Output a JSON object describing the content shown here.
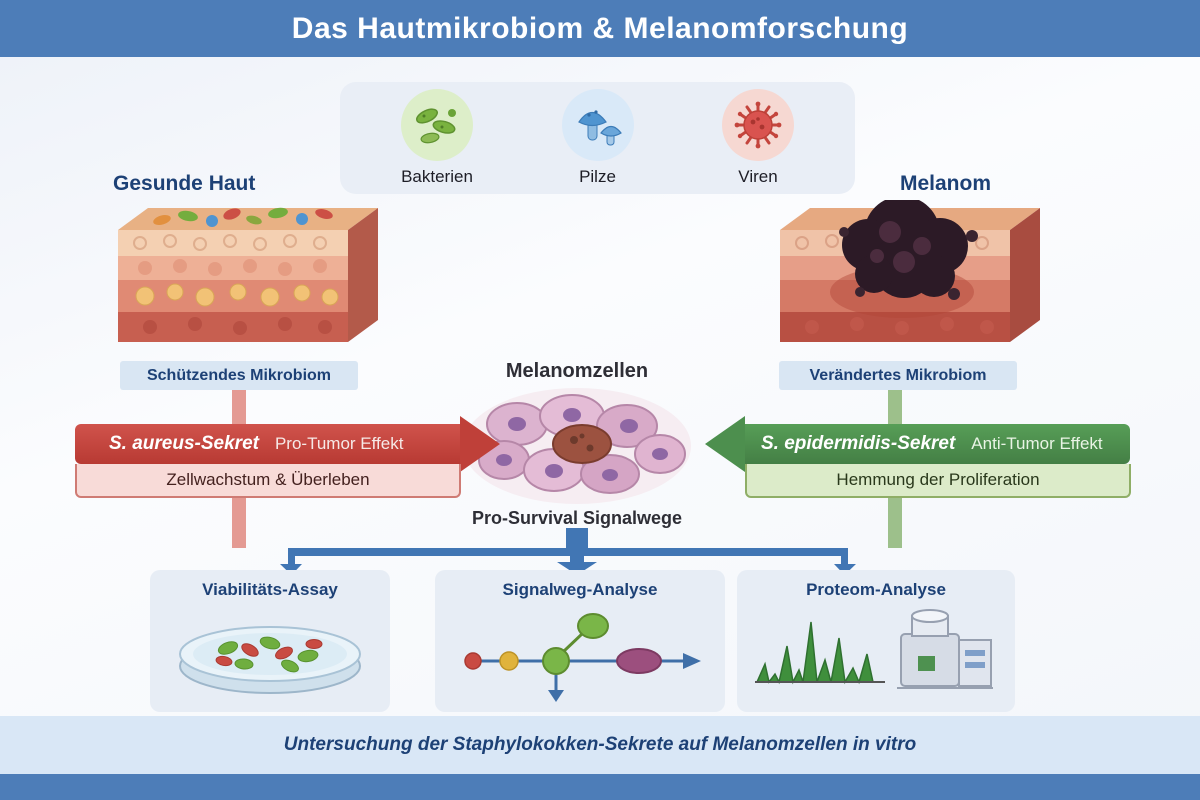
{
  "header": {
    "title": "Das Hautmikrobiom & Melanomforschung"
  },
  "legend": {
    "items": [
      {
        "label": "Bakterien",
        "icon": "bacteria-icon",
        "color": "#79b23f"
      },
      {
        "label": "Pilze",
        "icon": "fungi-icon",
        "color": "#4f94d0"
      },
      {
        "label": "Viren",
        "icon": "virus-icon",
        "color": "#d9534f"
      }
    ]
  },
  "panels": {
    "healthy": {
      "heading": "Gesunde Haut",
      "microbiome_label": "Schützendes Mikrobiom"
    },
    "melanoma": {
      "heading": "Melanom",
      "microbiome_label": "Verändertes Mikrobiom"
    }
  },
  "center": {
    "cells_label": "Melanomzellen",
    "signal_label": "Pro-Survival Signalwege"
  },
  "arrows": {
    "pro_tumor": {
      "name": "S. aureus-Sekret",
      "effect": "Pro-Tumor Effekt",
      "detail": "Zellwachstum & Überleben",
      "color": "#bf4039"
    },
    "anti_tumor": {
      "name": "S. epidermidis-Sekret",
      "effect": "Anti-Tumor Effekt",
      "detail": "Hemmung der Proliferation",
      "color": "#4d8f4e"
    }
  },
  "assays": [
    {
      "title": "Viabilitäts-Assay",
      "icon": "petri-dish-icon"
    },
    {
      "title": "Signalweg-Analyse",
      "icon": "pathway-icon"
    },
    {
      "title": "Proteom-Analyse",
      "icon": "mass-spec-icon"
    }
  ],
  "footer": {
    "caption": "Untersuchung der Staphylokokken-Sekrete auf Melanomzellen in vitro"
  },
  "colors": {
    "header_blue": "#4d7db8",
    "flow_blue": "#4176b4",
    "panel_bg": "#e7edf5",
    "caption_bg": "#d9e7f6"
  }
}
